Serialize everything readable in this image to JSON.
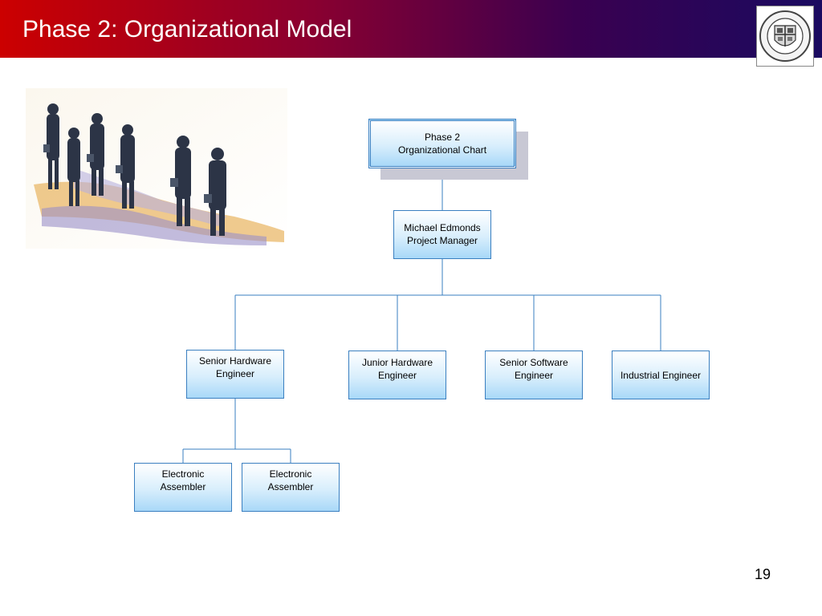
{
  "slide": {
    "title": "Phase 2: Organizational Model",
    "page_number": "19",
    "colors": {
      "title_bar_start": "#cc0000",
      "title_bar_end": "#1a0a60",
      "node_border": "#3a7fc0",
      "connector": "#3a7fc0"
    }
  },
  "org_chart": {
    "root": {
      "line1": "Phase 2",
      "line2": "Organizational Chart"
    },
    "manager": {
      "line1": "Michael Edmonds",
      "line2": "Project Manager"
    },
    "engineers": [
      {
        "line1": "Senior Hardware",
        "line2": "Engineer"
      },
      {
        "line1": "Junior Hardware",
        "line2": "Engineer"
      },
      {
        "line1": "Senior Software",
        "line2": "Engineer"
      },
      {
        "line1": "Industrial Engineer"
      }
    ],
    "assemblers": [
      {
        "line1": "Electronic",
        "line2": "Assembler"
      },
      {
        "line1": "Electronic",
        "line2": "Assembler"
      }
    ]
  },
  "images": {
    "logo": "university-seal-icon",
    "photo": "business-people-illustration"
  }
}
